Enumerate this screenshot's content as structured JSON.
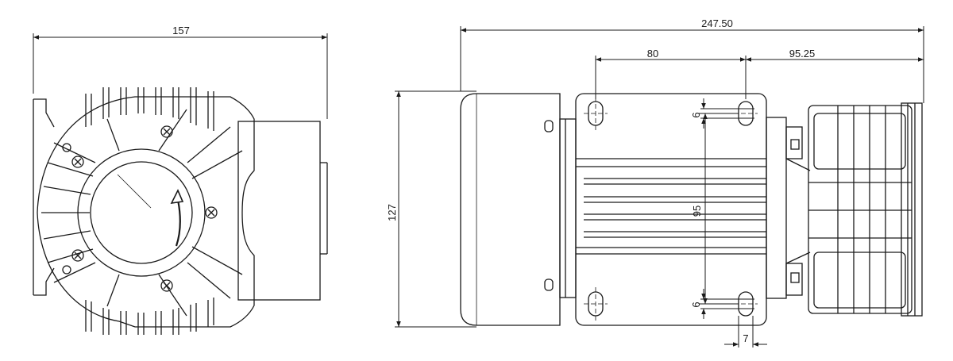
{
  "dimensions": {
    "front_width": "157",
    "overall_length": "247.50",
    "foot_spacing_left": "80",
    "foot_spacing_right": "95.25",
    "height": "127",
    "slot_upper": "6",
    "slot_lower": "6",
    "foot_depth": "95",
    "slot_width": "7"
  },
  "colors": {
    "line": "#1a1a1a",
    "background": "#ffffff"
  }
}
